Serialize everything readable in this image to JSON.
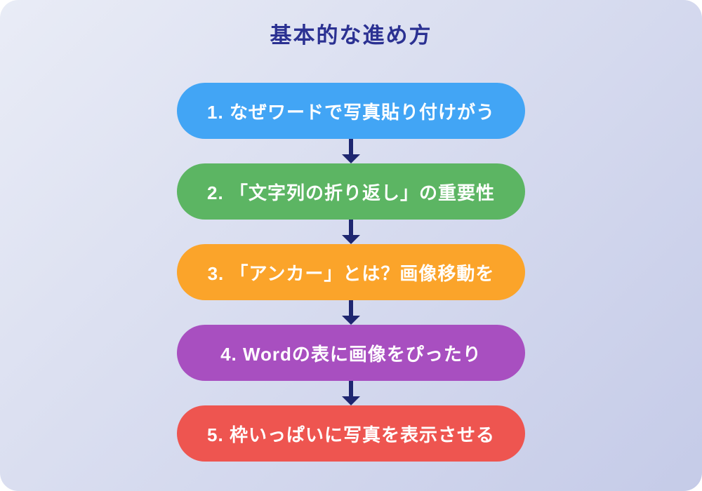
{
  "title": "基本的な進め方",
  "theme": {
    "background_gradient_start": "#e9ecf6",
    "background_gradient_end": "#c5cbe8",
    "title_color": "#2b3192",
    "arrow_color": "#1e2670",
    "step_text_color": "#ffffff"
  },
  "steps": [
    {
      "label": "1. なぜワードで写真貼り付けがう",
      "color": "#42a5f5"
    },
    {
      "label": "2. 「文字列の折り返し」の重要性",
      "color": "#5cb563"
    },
    {
      "label": "3. 「アンカー」とは？画像移動を",
      "color": "#fba42a"
    },
    {
      "label": "4. Wordの表に画像をぴったり",
      "color": "#a84fc0"
    },
    {
      "label": "5. 枠いっぱいに写真を表示させる",
      "color": "#ee5550"
    }
  ]
}
